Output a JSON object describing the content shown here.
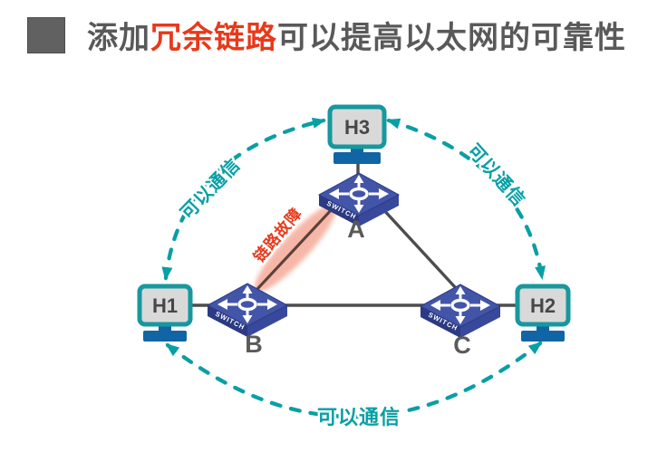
{
  "title": {
    "text_before": "添加",
    "text_highlight": "冗余链路",
    "text_after": "可以提高以太网的可靠性"
  },
  "diagram": {
    "hosts": [
      {
        "id": "H1",
        "label": "H1"
      },
      {
        "id": "H2",
        "label": "H2"
      },
      {
        "id": "H3",
        "label": "H3"
      }
    ],
    "switches": [
      {
        "id": "A",
        "label": "A"
      },
      {
        "id": "B",
        "label": "B"
      },
      {
        "id": "C",
        "label": "C"
      }
    ],
    "switch_label": "SWITCH",
    "annotations": {
      "comm_left": "可以通信",
      "comm_right": "可以通信",
      "comm_bottom": "可以通信",
      "link_failure": "链路故障"
    }
  },
  "colors": {
    "accent_teal": "#089fa5",
    "highlight_red": "#e8391a",
    "title_gray": "#595959",
    "switch_blue": "#3f51a0",
    "monitor_teal": "#17989e",
    "stand_blue": "#1165a5",
    "link_gray": "#4d4d4d",
    "failure_pink": "#f5a795"
  }
}
